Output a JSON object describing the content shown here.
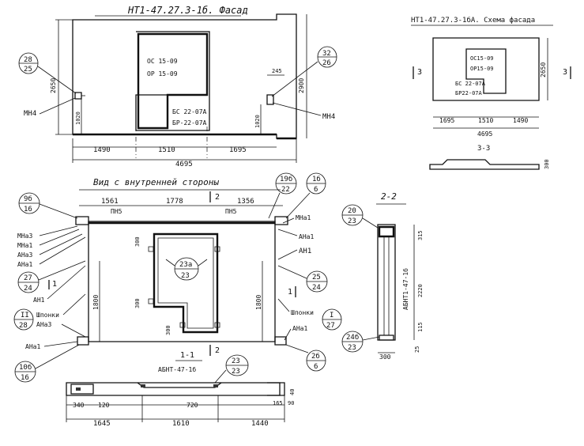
{
  "facade": {
    "title": "НТ1-47.27.3-1б. Фасад",
    "window": [
      "ОС 15-09",
      "ОР 15-09"
    ],
    "door": [
      "БС 22-07А",
      "БР-22-07А"
    ],
    "dims_bottom_parts": [
      "1490",
      "1510",
      "1695"
    ],
    "dim_total": "4695",
    "dim_left_height": "2650",
    "dim_right_height": "2900",
    "dim_245": "245",
    "dim_1020_left": "1020",
    "dim_1020_right": "1020",
    "mark_left": {
      "top": "28",
      "bottom": "25"
    },
    "mark_right": {
      "top": "32",
      "bottom": "26"
    },
    "mn4_left": "МН4",
    "mn4_right": "МН4"
  },
  "scheme": {
    "title": "НТ1-47.27.3-1бА. Схема фасада",
    "window": [
      "ОС15-09",
      "ОР15-09"
    ],
    "door": [
      "БС 22-07А",
      "БР22-07А"
    ],
    "dims_parts": [
      "1695",
      "1510",
      "1490"
    ],
    "dim_total": "4695",
    "dim_height": "2650",
    "section_mark": "3",
    "section_title": "3-3",
    "dim_300": "300"
  },
  "inner": {
    "title": "Вид с внутренней стороны",
    "dims_top": [
      "1561",
      "1778",
      "1356"
    ],
    "pn5_left": "ПН5",
    "pn5_right": "ПН5",
    "section_2_top": "2",
    "section_2_bottom": "2",
    "section_1_left": "1",
    "section_1_right": "1",
    "mark_9b": {
      "top": "9б",
      "bottom": "16"
    },
    "mark_19b": {
      "top": "19б",
      "bottom": "22"
    },
    "mark_1b": {
      "top": "1б",
      "bottom": "6"
    },
    "mark_27": {
      "top": "27",
      "bottom": "24"
    },
    "mark_25": {
      "top": "25",
      "bottom": "24"
    },
    "mark_II": {
      "top": "II",
      "bottom": "28"
    },
    "mark_I": {
      "top": "I",
      "bottom": "27"
    },
    "mark_2b": {
      "top": "2б",
      "bottom": "6"
    },
    "mark_10b": {
      "top": "10б",
      "bottom": "16"
    },
    "mark_23a": {
      "top": "23а",
      "bottom": "23"
    },
    "left_labels": [
      "МНа3",
      "МНа1",
      "АНа3",
      "АНа1"
    ],
    "an1_left": "АН1",
    "shponki_left": "Шпонки",
    "ana3_left": "АНа3",
    "ana1_bottom_left": "АНа1",
    "mna1_right": "МНа1",
    "ana1_right": "АНа1",
    "an1_right": "АН1",
    "shponki_right": "Шпонки",
    "ana1_right_bottom": "АНа1",
    "dim_1800_left": "1800",
    "dim_1800_right": "1800",
    "dim_300_a": "300",
    "dim_300_b": "300",
    "dim_300_c": "300"
  },
  "section11": {
    "title": "1-1",
    "label": "АБНТ-47-1б",
    "mark_23": {
      "top": "23",
      "bottom": "23"
    },
    "dims_a": [
      "340",
      "120",
      "720"
    ],
    "dims_b": [
      "1645",
      "1610",
      "1440"
    ],
    "dims_right": [
      "165",
      "90"
    ],
    "dim_40": "40"
  },
  "section22": {
    "title": "2-2",
    "mark_20": {
      "top": "20",
      "bottom": "23"
    },
    "mark_24b": {
      "top": "24б",
      "bottom": "23"
    },
    "label": "АБНТ1-47-1б",
    "dims": [
      "315",
      "2220",
      "115",
      "25"
    ],
    "dim_300": "300"
  }
}
